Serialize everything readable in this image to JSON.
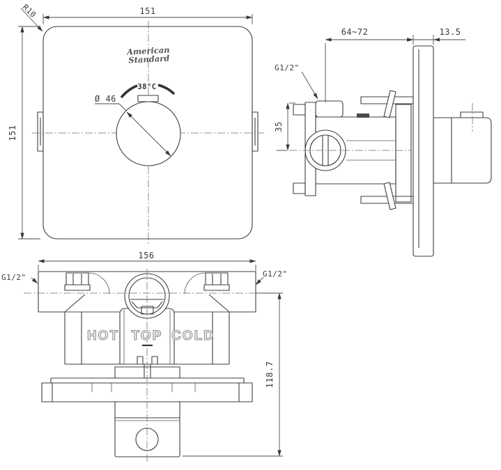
{
  "drawing": {
    "description": "Three-view technical drawing of a concealed thermostatic shower mixer valve",
    "colors": {
      "line": "#3d3d3d",
      "centerline": "#6f6f6f",
      "dimension_text": "#3a3a3a",
      "outline_letters": "#8a8a8a",
      "background": "#ffffff"
    },
    "views": {
      "front": {
        "width_dim": "151",
        "height_dim": "151",
        "corner_radius": "R10",
        "knob_diameter": "Ø 46",
        "temperature": "38°C",
        "brand_line1": "American",
        "brand_line2": "Standard"
      },
      "side": {
        "depth_dim": "64~72",
        "plate_thickness_dim": "13.5",
        "inlet_offset_dim": "35",
        "thread_label": "G1/2\""
      },
      "bottom": {
        "width_dim": "156",
        "height_dim": "118.7",
        "thread_label_left": "G1/2\"",
        "thread_label_right": "G1/2\"",
        "port_hot": "HOT",
        "port_top": "TOP",
        "port_cold": "COLD"
      }
    }
  }
}
